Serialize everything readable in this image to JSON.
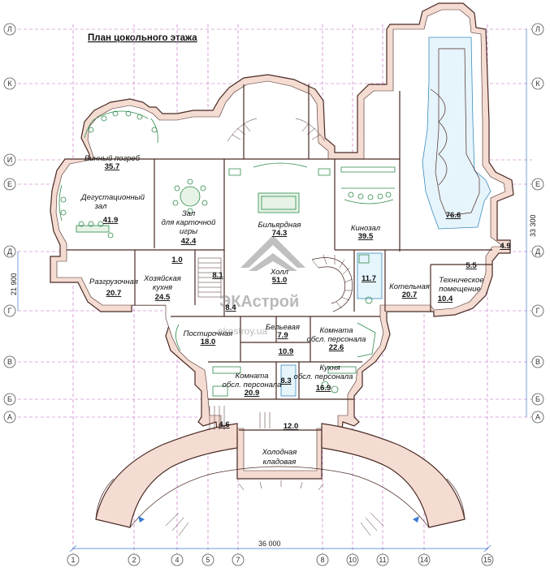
{
  "title": "План цокольного этажа",
  "axes_horizontal": [
    {
      "id": "Л",
      "label": "Л"
    },
    {
      "id": "К",
      "label": "К"
    },
    {
      "id": "И",
      "label": "И"
    },
    {
      "id": "Е",
      "label": "Е"
    },
    {
      "id": "Д",
      "label": "Д"
    },
    {
      "id": "Г",
      "label": "Г"
    },
    {
      "id": "В",
      "label": "В"
    },
    {
      "id": "Б",
      "label": "Б"
    },
    {
      "id": "А",
      "label": "А"
    }
  ],
  "axes_vertical": [
    {
      "id": "1",
      "label": "1"
    },
    {
      "id": "2",
      "label": "2"
    },
    {
      "id": "4",
      "label": "4"
    },
    {
      "id": "5",
      "label": "5"
    },
    {
      "id": "7",
      "label": "7"
    },
    {
      "id": "8",
      "label": "8"
    },
    {
      "id": "10",
      "label": "10"
    },
    {
      "id": "11",
      "label": "11"
    },
    {
      "id": "14",
      "label": "14"
    },
    {
      "id": "15",
      "label": "15"
    }
  ],
  "dimensions": {
    "bottom": "36 000",
    "left": "21 900",
    "right": "33 300"
  },
  "rooms": [
    {
      "id": "wine",
      "name": "Винный погреб",
      "area": "35.7"
    },
    {
      "id": "tasting",
      "name": "Дегустационный зал",
      "area": "41.9"
    },
    {
      "id": "cards",
      "name": "Зал для карточной игры",
      "area": "42.4"
    },
    {
      "id": "billiard",
      "name": "Бильярдная",
      "area": "74.3"
    },
    {
      "id": "cinema",
      "name": "Кинозал",
      "area": "39.5"
    },
    {
      "id": "pool",
      "name": "",
      "area": "76.6"
    },
    {
      "id": "unloading",
      "name": "Разгрузочная",
      "area": "20.7"
    },
    {
      "id": "utility_kitchen",
      "name": "Хозяйская кухня",
      "area": "24.5"
    },
    {
      "id": "hall",
      "name": "Холл",
      "area": "51.0"
    },
    {
      "id": "bath",
      "name": "",
      "area": "11.7"
    },
    {
      "id": "boiler",
      "name": "Котельная",
      "area": "20.7"
    },
    {
      "id": "tech",
      "name": "Техническое помещение",
      "area": "10.4"
    },
    {
      "id": "laundry",
      "name": "Постирочная",
      "area": "18.0"
    },
    {
      "id": "linen",
      "name": "Бельевая",
      "area": "7.9"
    },
    {
      "id": "staff_room1",
      "name": "Комната обсл. персонала",
      "area": "22.6"
    },
    {
      "id": "staff_room2",
      "name": "Комната обсл. персонала",
      "area": "20.9"
    },
    {
      "id": "staff_kitchen",
      "name": "Кухня обсл. персонала",
      "area": "16.9"
    },
    {
      "id": "cold_storage",
      "name": "Холодная кладовая",
      "area": ""
    }
  ],
  "small_areas": [
    "1.0",
    "8.1",
    "8.4",
    "10.9",
    "8.3",
    "4.6",
    "12.0",
    "5.5",
    "4.9"
  ],
  "watermark": {
    "brand": "ЭКАстрой",
    "site": "ekostroy.ua"
  }
}
